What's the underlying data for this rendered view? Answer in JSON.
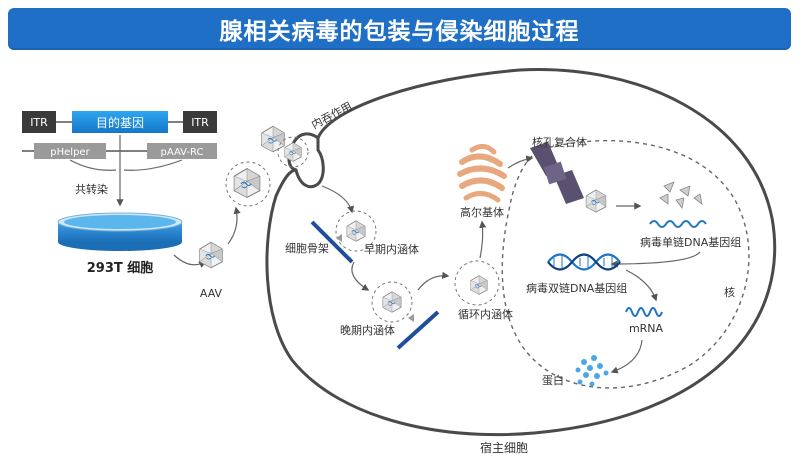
{
  "title": "腺相关病毒的包装与侵染细胞过程",
  "plasmids": {
    "itr_left": "ITR",
    "goi": "目的基因",
    "itr_right": "ITR",
    "helper": "pHelper",
    "aav_rc": "pAAV-RC"
  },
  "labels": {
    "cotransfect": "共转染",
    "cell_293t": "293T 细胞",
    "aav": "AAV",
    "endocytosis": "内吞作用",
    "cytoskeleton": "细胞骨架",
    "early_endosome": "早期内涵体",
    "late_endosome": "晚期内涵体",
    "recycling_endosome": "循环内涵体",
    "golgi": "高尔基体",
    "npc": "核孔复合体",
    "ss_genome": "病毒单链DNA基因组",
    "ds_genome": "病毒双链DNA基因组",
    "nucleus": "核",
    "mrna": "mRNA",
    "protein": "蛋白",
    "host_cell": "宿主细胞"
  },
  "colors": {
    "banner": "#1f6fc6",
    "accent_blue": "#1e74c9",
    "dark_box": "#3a3a3a",
    "golgi": "#e8a77d",
    "npc": "#5a5070",
    "protein": "#4aa8e6",
    "membrane": "#4a4a4a"
  }
}
